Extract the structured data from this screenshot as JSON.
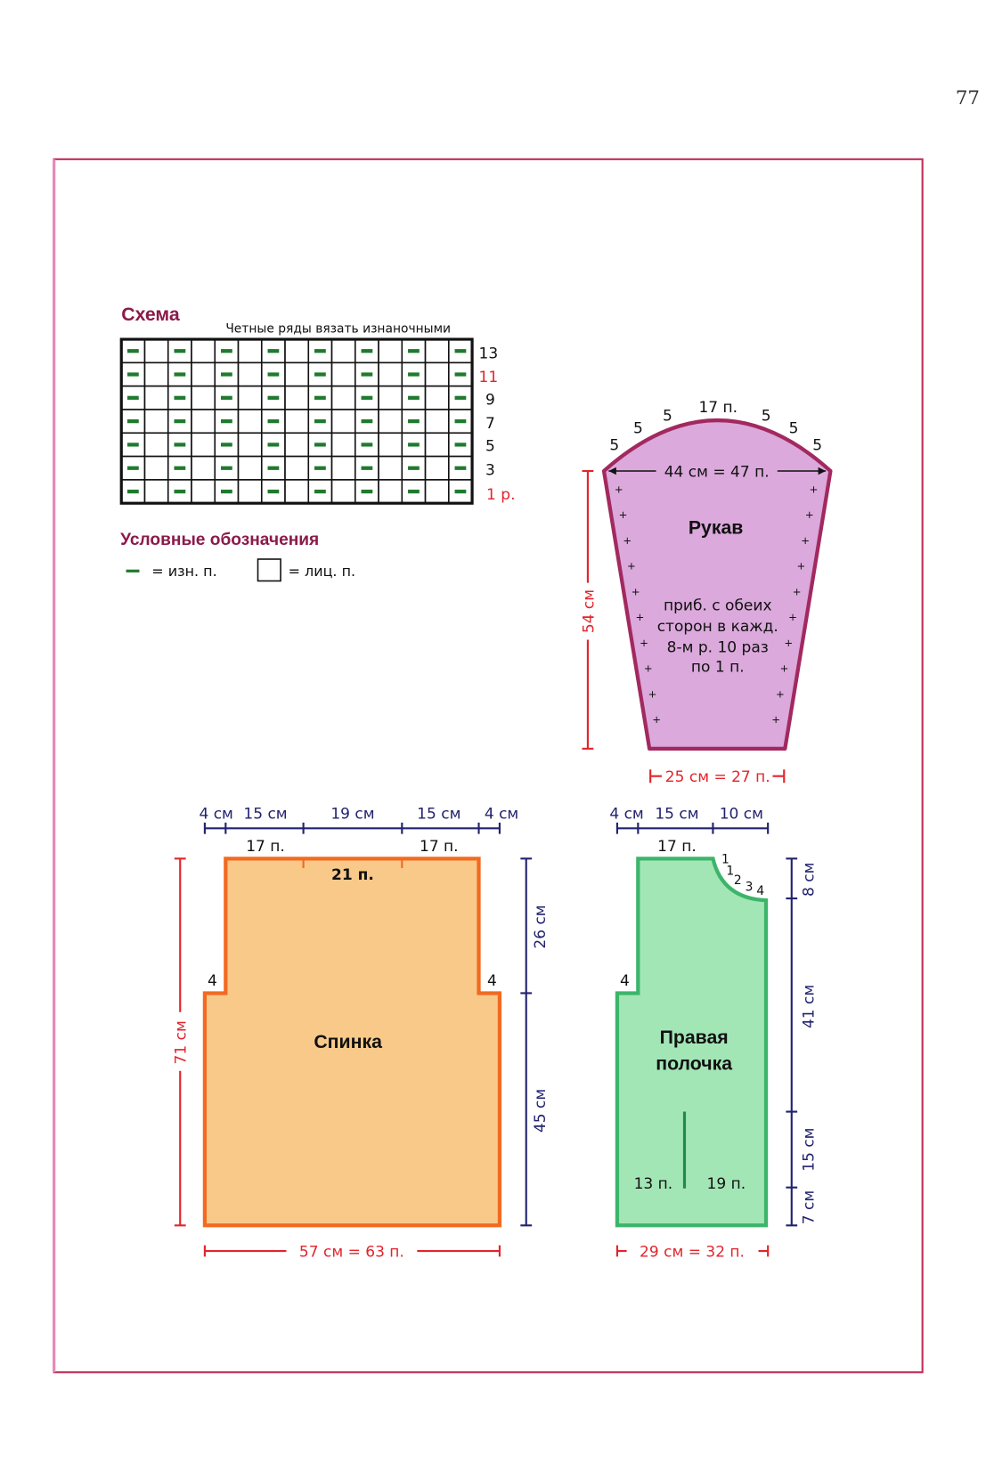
{
  "page_number": "77",
  "colors": {
    "border": "#c0305a",
    "title": "#8b1a4a",
    "purl": "#1f7a2e",
    "red": "#e3242b",
    "navy": "#22236e",
    "sleeve_fill": "#dba9dc",
    "sleeve_stroke": "#a2295f",
    "back_fill": "#f9c98a",
    "back_stroke": "#f26a21",
    "front_fill": "#a3e6b6",
    "front_stroke": "#3cb56a"
  },
  "scheme": {
    "title": "Схема",
    "note": "Четные ряды вязать изнаночными",
    "columns": 15,
    "purl_columns": [
      1,
      3,
      5,
      7,
      9,
      11,
      13,
      15
    ],
    "row_labels": [
      "13",
      "11",
      "9",
      "7",
      "5",
      "3",
      "1 р."
    ]
  },
  "legend": {
    "title": "Условные обозначения",
    "purl_symbol": "–",
    "purl_label": "= изн. п.",
    "knit_label": "= лиц. п."
  },
  "sleeve": {
    "name": "Рукав",
    "cap_counts": [
      "5",
      "5",
      "5",
      "17 п.",
      "5",
      "5",
      "5"
    ],
    "width_top": "44 см = 47 п.",
    "note": [
      "приб. с обеих",
      "сторон в кажд.",
      "8-м р. 10 раз",
      "по 1 п."
    ],
    "height": "54 см",
    "width_bottom": "25 см = 27 п."
  },
  "back": {
    "name": "Спинка",
    "top_dims": [
      "4 см",
      "15 см",
      "19 см",
      "15 см",
      "4 см"
    ],
    "shoulder_sts_left": "17 п.",
    "shoulder_sts_right": "17 п.",
    "neck_sts": "21 п.",
    "armhole_left": "4",
    "armhole_right": "4",
    "height": "71 см",
    "upper_height": "26 см",
    "lower_height": "45 см",
    "width": "57 см = 63 п."
  },
  "front": {
    "name_line1": "Правая",
    "name_line2": "полочка",
    "top_dims": [
      "4 см",
      "15 см",
      "10 см"
    ],
    "shoulder_sts": "17 п.",
    "neck_counts": [
      "1",
      "1",
      "2",
      "3",
      "4"
    ],
    "armhole": "4",
    "pocket_left": "13 п.",
    "pocket_right": "19 п.",
    "side_dims": [
      "8 см",
      "41 см",
      "15 см",
      "7 см"
    ],
    "width": "29 см = 32 п."
  }
}
